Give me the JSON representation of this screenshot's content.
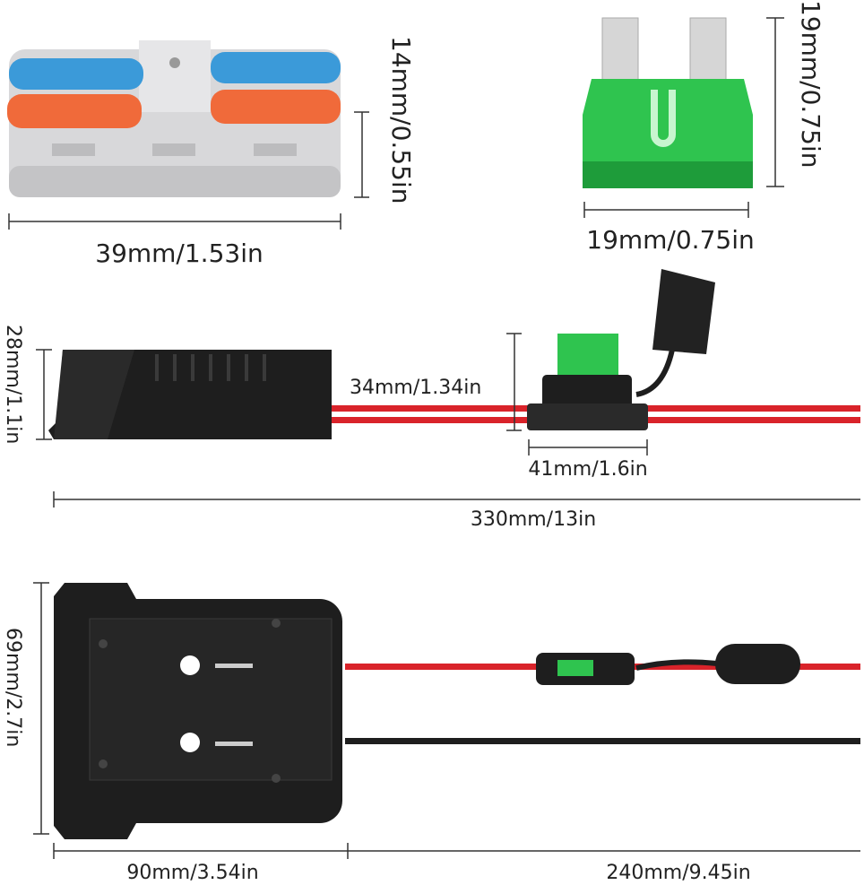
{
  "dimensions": {
    "connector_width": "39mm/1.53in",
    "connector_height": "14mm/0.55in",
    "fuse_height": "19mm/0.75in",
    "fuse_width": "19mm/0.75in",
    "adapter_height": "28mm/1.1in",
    "fuse_holder_height": "34mm/1.34in",
    "fuse_holder_width": "41mm/1.6in",
    "cable_total_length": "330mm/13in",
    "battery_adapter_height": "69mm/2.7in",
    "battery_adapter_width": "90mm/3.54in",
    "cable_length": "240mm/9.45in"
  },
  "colors": {
    "wire_red": "#d9232a",
    "fuse_green": "#2fc44f",
    "lever_blue": "#3b9ad9",
    "lever_orange": "#f06a3a",
    "body_grey": "#d8d8da",
    "plastic_black": "#1e1e1e"
  }
}
